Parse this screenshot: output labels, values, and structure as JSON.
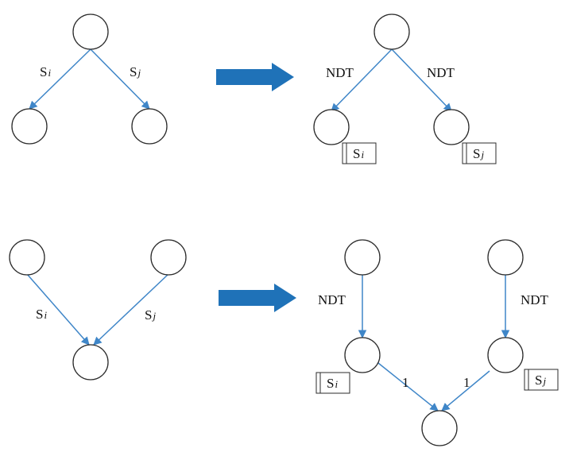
{
  "colors": {
    "edge": "#3f86c8",
    "transform_arrow": "#1f72b8",
    "node_stroke": "#2b2b2b"
  },
  "labels": {
    "s_letter": "S",
    "sub_i": "i",
    "sub_j": "j",
    "ndt": "NDT",
    "one": "1"
  }
}
